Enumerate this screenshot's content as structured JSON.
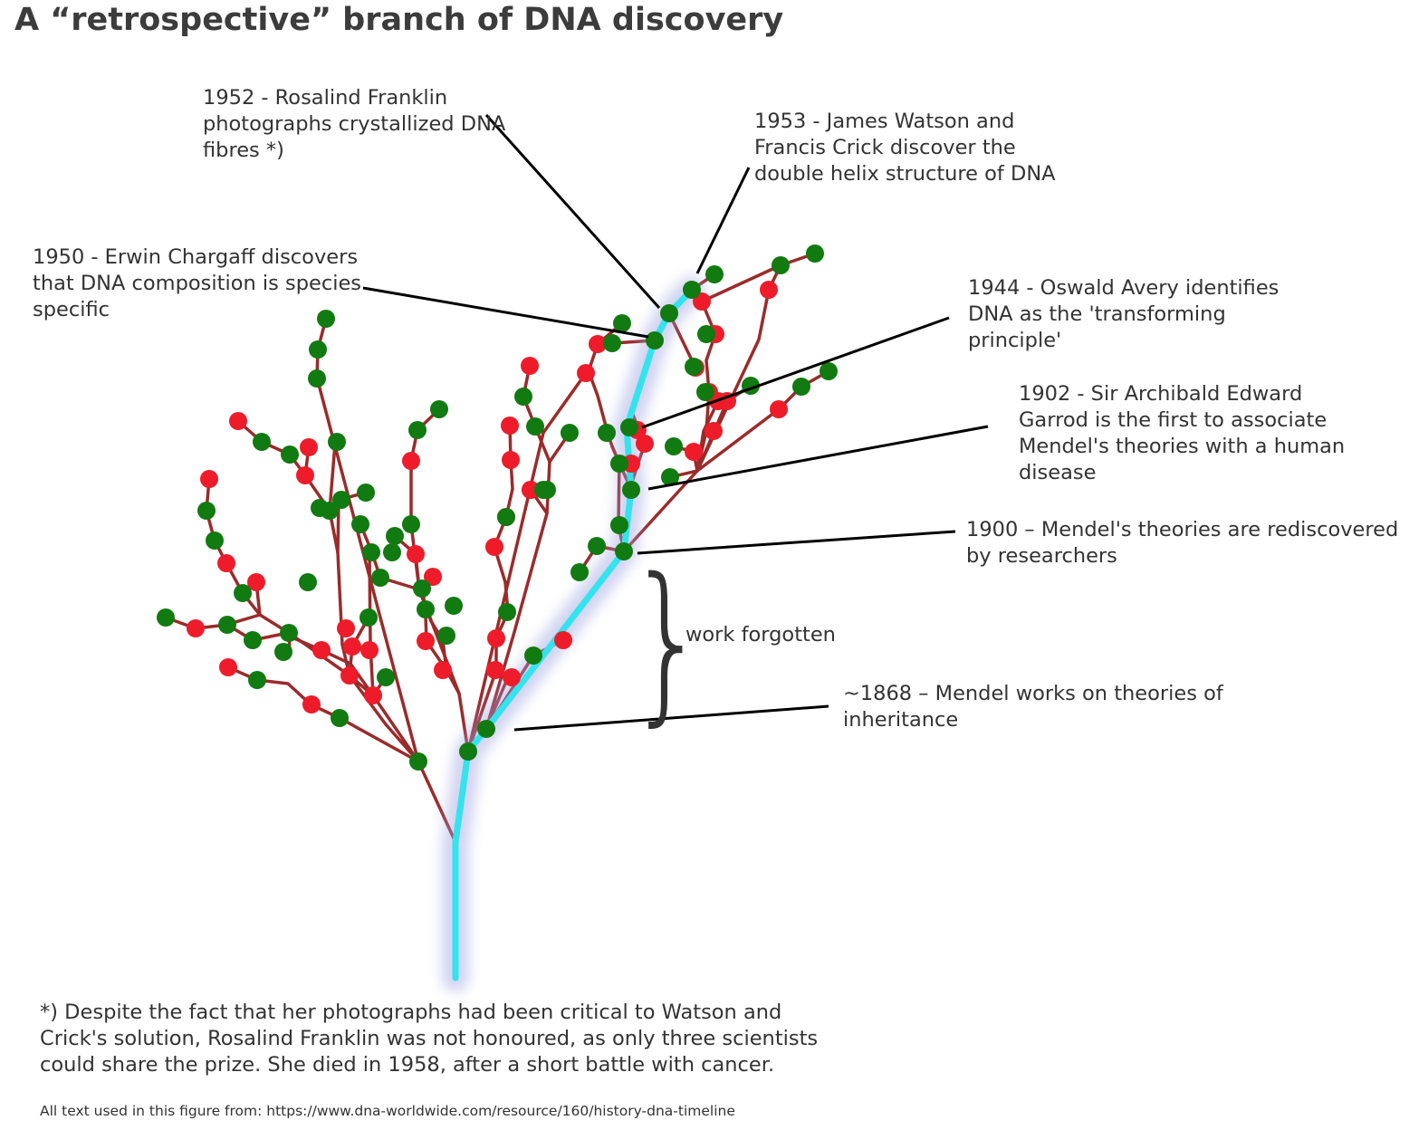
{
  "title": "A “retrospective” branch of DNA discovery",
  "annotations": {
    "franklin_1952": "1952 - Rosalind Franklin\nphotographs crystallized DNA\nfibres *)",
    "watson_crick_1953": "1953 - James Watson and\nFrancis Crick discover the\ndouble helix structure of DNA",
    "chargaff_1950": "1950 - Erwin Chargaff discovers\nthat DNA composition is species\nspecific",
    "avery_1944": "1944 - Oswald Avery identifies\nDNA as the 'transforming\nprinciple'",
    "garrod_1902": "1902 - Sir Archibald Edward\nGarrod is the first to associate\nMendel's theories with a human\ndisease",
    "rediscovered_1900": "1900 – Mendel's theories are rediscovered\nby researchers",
    "work_forgotten": "work forgotten",
    "mendel_1868": "~1868 – Mendel works on theories of\ninheritance"
  },
  "footnote": "*) Despite the fact that her photographs had been critical to Watson and\nCrick's solution, Rosalind Franklin was not honoured, as only three scientists\ncould share the prize. She died in 1958, after a short battle with cancer.",
  "source": "All text used in this figure from: https://www.dna-worldwide.com/resource/160/history-dna-timeline",
  "colors": {
    "branch": "#9b2b2b",
    "highlight_path": "#34e3ee",
    "node_green": "#117a11",
    "node_red": "#ee1c2a",
    "text": "#333333"
  }
}
